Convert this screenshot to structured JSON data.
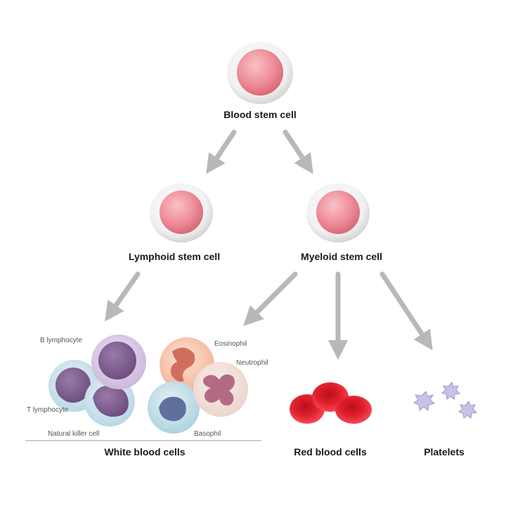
{
  "nodes": {
    "blood_stem_cell": "Blood stem cell",
    "lymphoid_stem_cell": "Lymphoid stem cell",
    "myeloid_stem_cell": "Myeloid stem cell",
    "white_blood_cells": "White blood cells",
    "red_blood_cells": "Red blood cells",
    "platelets": "Platelets"
  },
  "cell_types": {
    "b_lymphocyte": "B lymphocyte",
    "t_lymphocyte": "T lymphocyte",
    "natural_killer_cell": "Natural killer cell",
    "eosinophil": "Eosinophil",
    "neutrophil": "Neutrophil",
    "basophil": "Basophil"
  },
  "colors": {
    "stem_nucleus": "#f0909c",
    "stem_membrane": "#e9e9e9",
    "arrow": "#b8b8b8",
    "red_cell": "#e0202c",
    "text": "#1a1a1a"
  }
}
